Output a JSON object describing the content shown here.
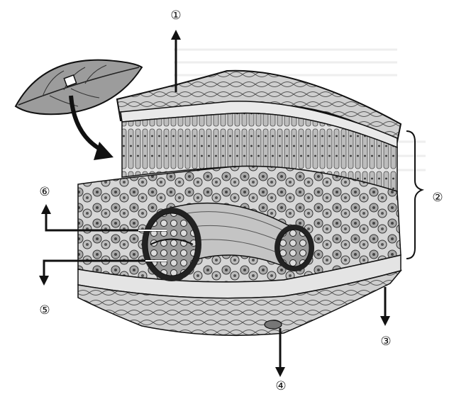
{
  "labels": {
    "l1": "①",
    "l2": "②",
    "l3": "③",
    "l4": "④",
    "l5": "⑤",
    "l6": "⑥"
  },
  "colors": {
    "ink": "#111111",
    "tissue_light": "#d9d9d9",
    "tissue_mid": "#b4b4b4",
    "tissue_dark": "#7a7a7a",
    "background_text": "#e8e8e8"
  }
}
